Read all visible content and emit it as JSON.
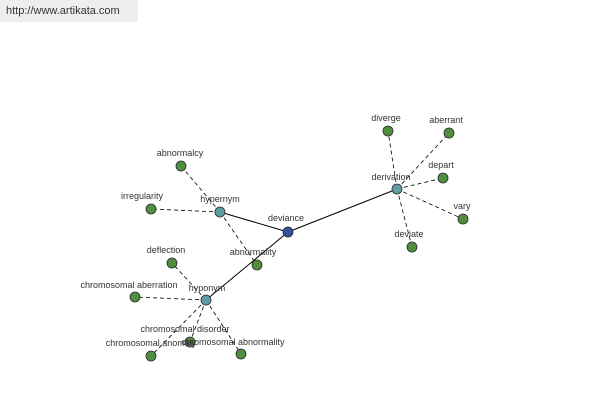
{
  "header": {
    "url": "http://www.artikata.com"
  },
  "colors": {
    "center_node": "#3a4f9c",
    "hub_node": "#5e9ea0",
    "leaf_node": "#4f8f3f",
    "edge": "#000000",
    "label": "#333333"
  },
  "graph": {
    "center": {
      "id": "deviance",
      "label": "deviance"
    },
    "hubs": [
      {
        "id": "hypernym",
        "label": "hypernym"
      },
      {
        "id": "derivation",
        "label": "derivation"
      },
      {
        "id": "hyponym",
        "label": "hyponym"
      }
    ],
    "leaves": [
      {
        "id": "abnormalcy",
        "label": "abnormalcy",
        "parent": "hypernym"
      },
      {
        "id": "irregularity",
        "label": "irregularity",
        "parent": "hypernym"
      },
      {
        "id": "abnormality",
        "label": "abnormality",
        "parent": "hypernym"
      },
      {
        "id": "diverge",
        "label": "diverge",
        "parent": "derivation"
      },
      {
        "id": "aberrant",
        "label": "aberrant",
        "parent": "derivation"
      },
      {
        "id": "depart",
        "label": "depart",
        "parent": "derivation"
      },
      {
        "id": "vary",
        "label": "vary",
        "parent": "derivation"
      },
      {
        "id": "deviate",
        "label": "deviate",
        "parent": "derivation"
      },
      {
        "id": "deflection",
        "label": "deflection",
        "parent": "hyponym"
      },
      {
        "id": "chromosomal-aberration",
        "label": "chromosomal aberration",
        "parent": "hyponym"
      },
      {
        "id": "chromosomal-disorder",
        "label": "chromosomal disorder",
        "parent": "hyponym"
      },
      {
        "id": "chromosomal-anomaly",
        "label": "chromosomal anomaly",
        "parent": "hyponym"
      },
      {
        "id": "chromosomal-abnormality",
        "label": "chromosomal abnormality",
        "parent": "hyponym"
      }
    ]
  }
}
